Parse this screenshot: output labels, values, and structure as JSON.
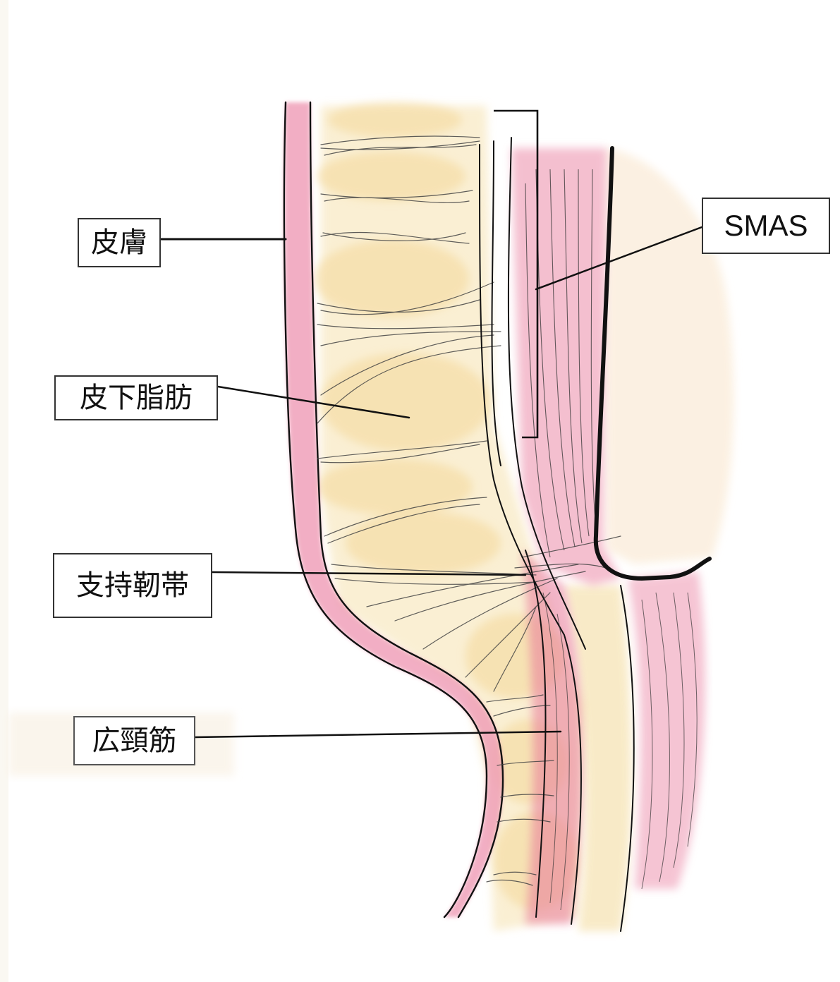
{
  "labels": {
    "skin": "皮膚",
    "subcutaneous_fat": "皮下脂肪",
    "retinaculum": "支持靭帯",
    "platysma": "広頸筋",
    "smas": "SMAS"
  },
  "colors": {
    "background": "#faf8f2",
    "fat": "#f5dfa8",
    "muscle": "#e8789a",
    "outline": "#111111"
  }
}
